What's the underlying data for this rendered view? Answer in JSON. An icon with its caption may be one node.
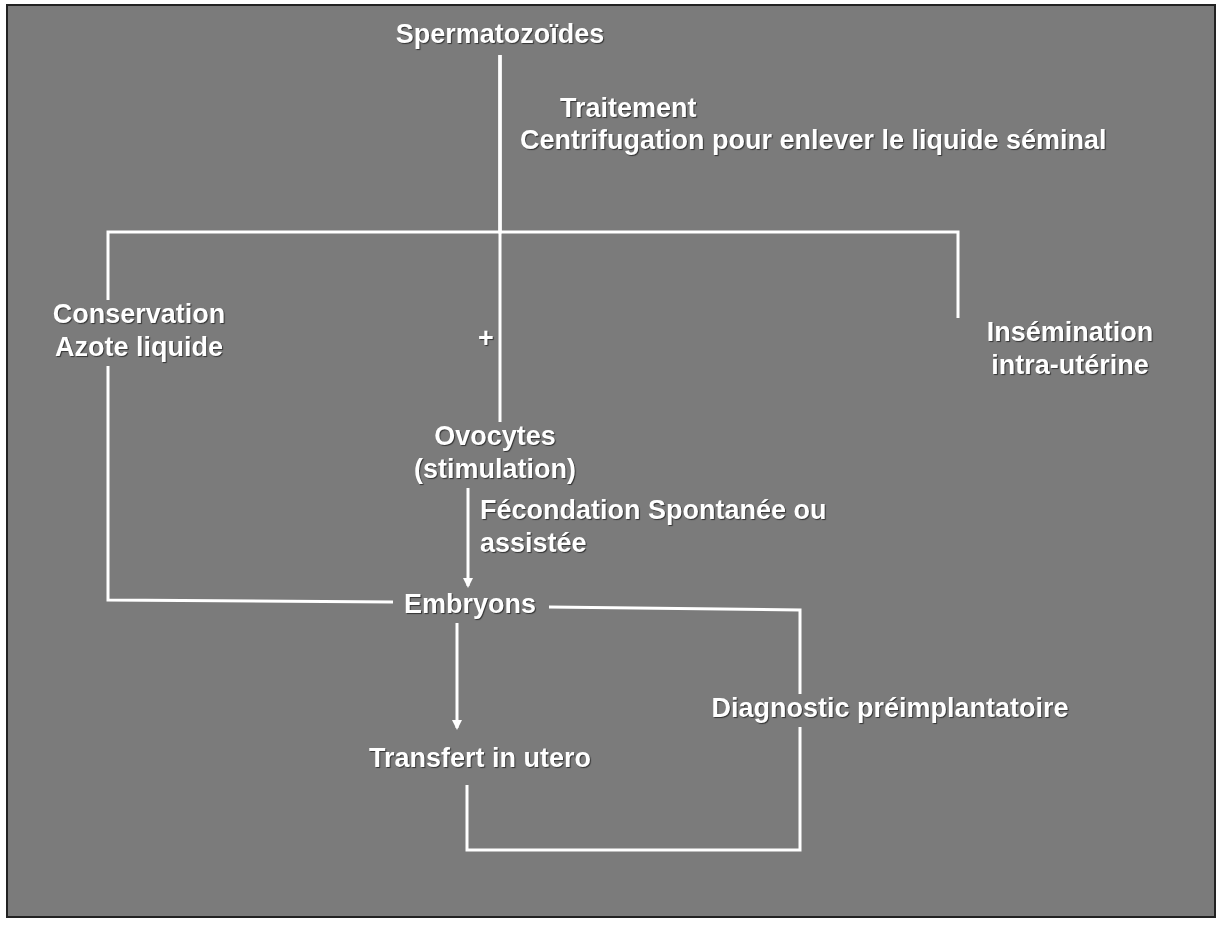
{
  "diagram": {
    "nodes": [
      {
        "text": [
          "Spermatozoïdes"
        ]
      },
      {
        "text": [
          "Conservation Azote liquide"
        ]
      },
      {
        "text": [
          "Insémination intra-utérine"
        ]
      },
      {
        "text": [
          "Ovocytes (stimulation)"
        ]
      },
      {
        "text": [
          "Embryons"
        ]
      },
      {
        "text": [
          "Diagnostic préimplantatoire"
        ]
      },
      {
        "text": [
          "Transfert in utero"
        ]
      }
    ],
    "edges": [
      {
        "from": 0,
        "to": 1,
        "arrow": "none"
      },
      {
        "from": 0,
        "to": 2,
        "arrow": "none"
      },
      {
        "from": 0,
        "to": 3,
        "arrow": "none"
      },
      {
        "from": 3,
        "to": 4,
        "arrow": "to",
        "label": "Fécondation Spontanée ou assistée"
      },
      {
        "from": 1,
        "to": 4,
        "arrow": "none"
      },
      {
        "from": 4,
        "to": 5,
        "arrow": "none"
      },
      {
        "from": 5,
        "to": 6,
        "arrow": "none"
      },
      {
        "from": 4,
        "to": 6,
        "arrow": "to"
      }
    ],
    "labels": [
      "Traitement",
      "Centrifugation pour enlever le liquide séminal",
      "+"
    ]
  }
}
